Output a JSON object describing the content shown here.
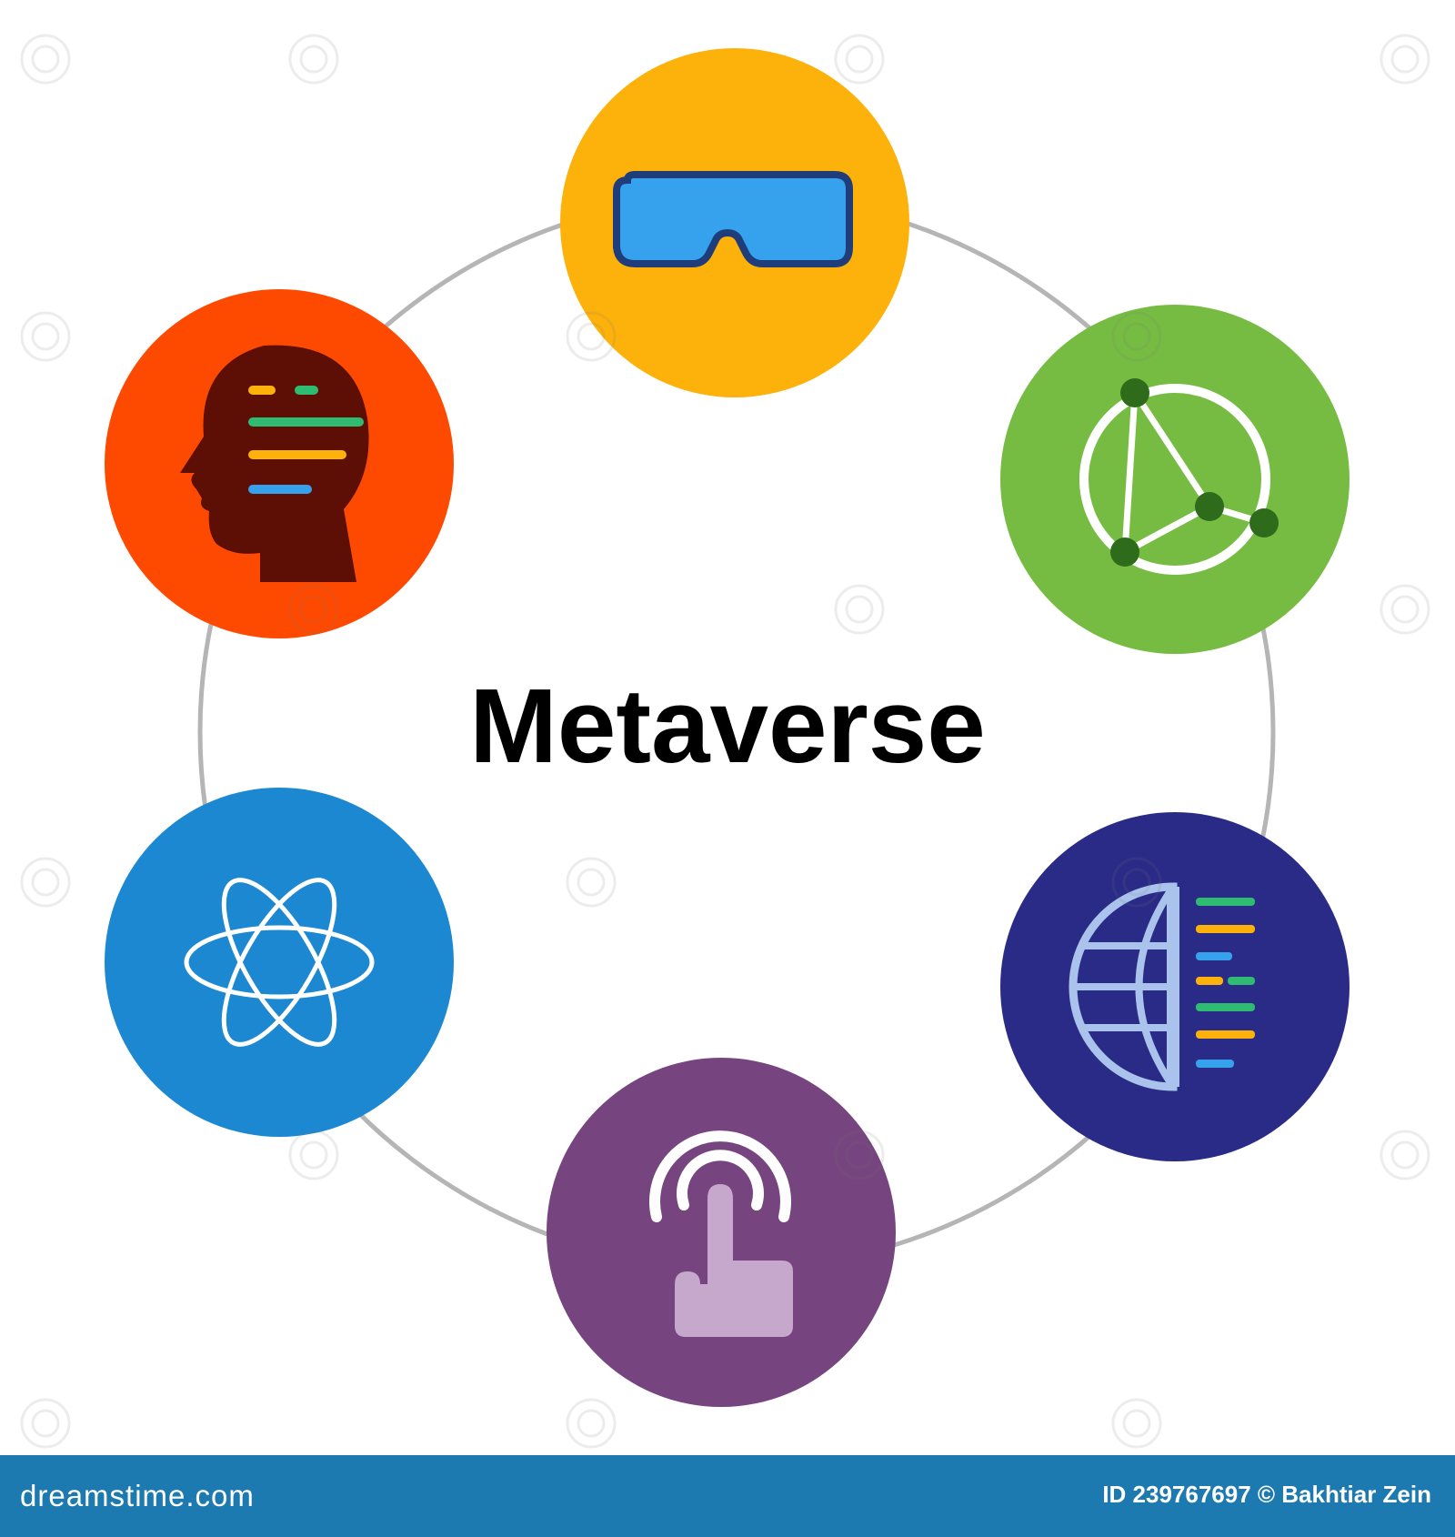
{
  "title": "Metaverse",
  "colors": {
    "ring": "#b5b5b5",
    "vr": "#fdb10b",
    "network": "#76bc43",
    "globe_data": "#2a2b86",
    "touch": "#76447f",
    "atom": "#1d88d2",
    "mind": "#fe4a01",
    "footer": "#1d7ab1"
  },
  "nodes": [
    {
      "icon": "vr-headset-icon",
      "color": "#fdb10b"
    },
    {
      "icon": "network-icon",
      "color": "#76bc43"
    },
    {
      "icon": "globe-data-icon",
      "color": "#2a2b86"
    },
    {
      "icon": "touch-icon",
      "color": "#76447f"
    },
    {
      "icon": "atom-icon",
      "color": "#1d88d2"
    },
    {
      "icon": "head-data-icon",
      "color": "#fe4a01"
    }
  ],
  "footer": {
    "brand": "dreamstime.com",
    "credit": "ID 239767697 © Bakhtiar Zein"
  }
}
